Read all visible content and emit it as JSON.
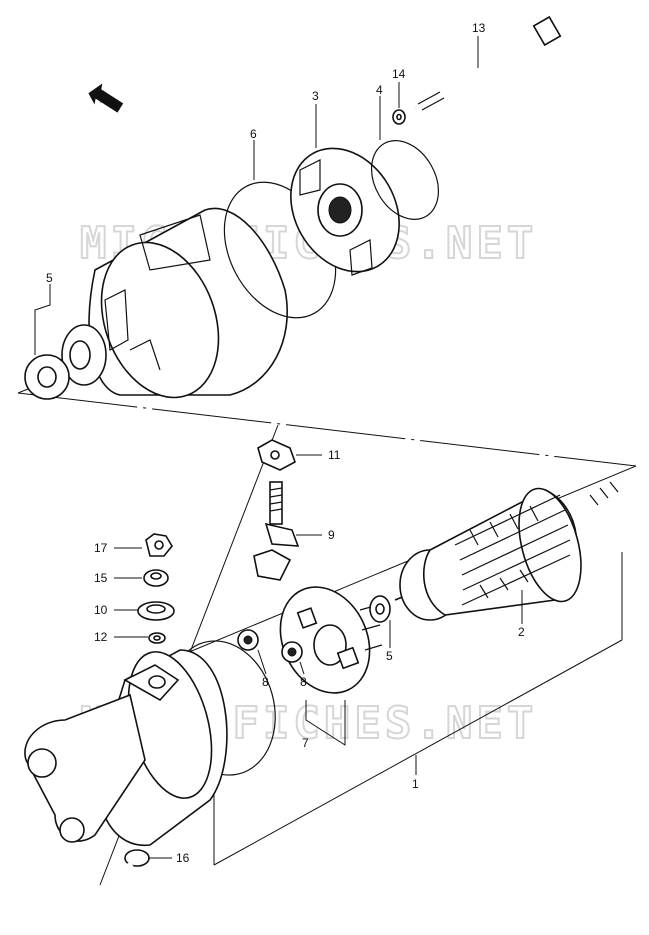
{
  "fwd_label": "FWD",
  "watermark": "MICROFICHES.NET",
  "callouts": [
    {
      "id": "c13",
      "text": "13"
    },
    {
      "id": "c14",
      "text": "14"
    },
    {
      "id": "c3",
      "text": "3"
    },
    {
      "id": "c4",
      "text": "4"
    },
    {
      "id": "c6",
      "text": "6"
    },
    {
      "id": "c5a",
      "text": "5"
    },
    {
      "id": "c11",
      "text": "11"
    },
    {
      "id": "c9",
      "text": "9"
    },
    {
      "id": "c17",
      "text": "17"
    },
    {
      "id": "c15",
      "text": "15"
    },
    {
      "id": "c10",
      "text": "10"
    },
    {
      "id": "c12",
      "text": "12"
    },
    {
      "id": "c2",
      "text": "2"
    },
    {
      "id": "c5b",
      "text": "5"
    },
    {
      "id": "c8a",
      "text": "8"
    },
    {
      "id": "c8b",
      "text": "8"
    },
    {
      "id": "c7",
      "text": "7"
    },
    {
      "id": "c1",
      "text": "1"
    },
    {
      "id": "c16",
      "text": "16"
    }
  ]
}
